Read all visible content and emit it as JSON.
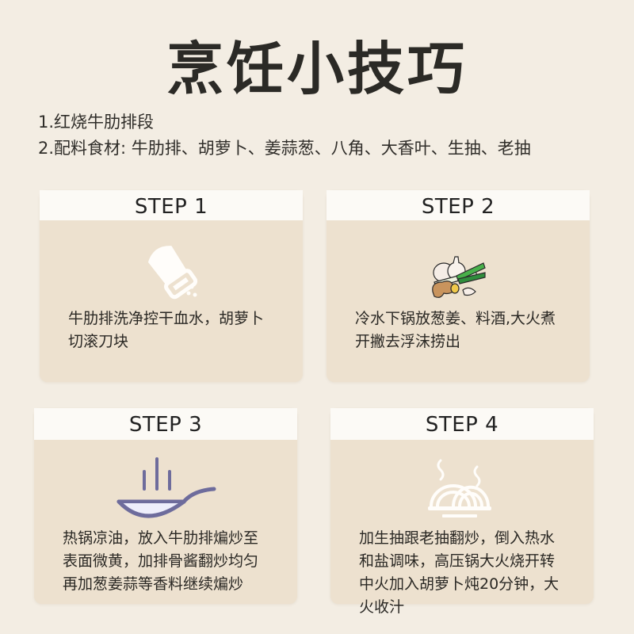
{
  "title": "烹饪小技巧",
  "intro": {
    "line1": "1.红烧牛肋排段",
    "line2": "2.配料食材: 牛肋排、胡萝卜、姜蒜葱、八角、大香叶、生抽、老抽"
  },
  "steps": [
    {
      "label": "STEP 1",
      "icon": "salt-shaker-icon",
      "text": "牛肋排洗净控干血水，胡萝卜切滚刀块"
    },
    {
      "label": "STEP 2",
      "icon": "scallion-ginger-garlic-icon",
      "text": "冷水下锅放葱姜、料酒,大火煮开撇去浮沫捞出"
    },
    {
      "label": "STEP 3",
      "icon": "frying-pan-icon",
      "text": "热锅凉油，放入牛肋排煸炒至表面微黄，加排骨酱翻炒均匀再加葱姜蒜等香料继续煸炒"
    },
    {
      "label": "STEP 4",
      "icon": "steaming-noodles-icon",
      "text": "加生抽跟老抽翻炒，倒入热水和盐调味，高压锅大火烧开转中火加入胡萝卜炖20分钟，大火收汁"
    }
  ],
  "colors": {
    "background": "#f3ede3",
    "card_body": "#ede1cf",
    "card_header": "#fcfaf6",
    "text": "#2b2a26",
    "pan_purple": "#6e6c9c"
  }
}
